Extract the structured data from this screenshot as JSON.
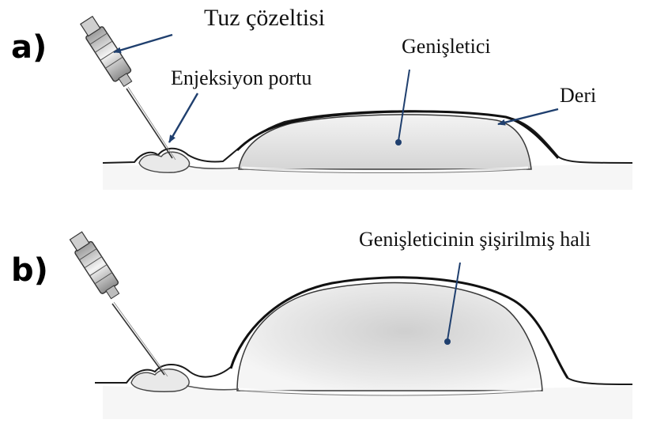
{
  "panels": [
    {
      "letter": "a)",
      "labels": {
        "saline": "Tuz çözeltisi",
        "port": "Enjeksiyon portu",
        "expander": "Genişletici",
        "skin": "Deri"
      }
    },
    {
      "letter": "b)",
      "labels": {
        "inflated": "Genişleticinin şişirilmiş hali"
      }
    }
  ],
  "colors": {
    "arrow": "#1f3f6e",
    "outline": "#1a1a1a",
    "fill": "#e6e6e6"
  }
}
